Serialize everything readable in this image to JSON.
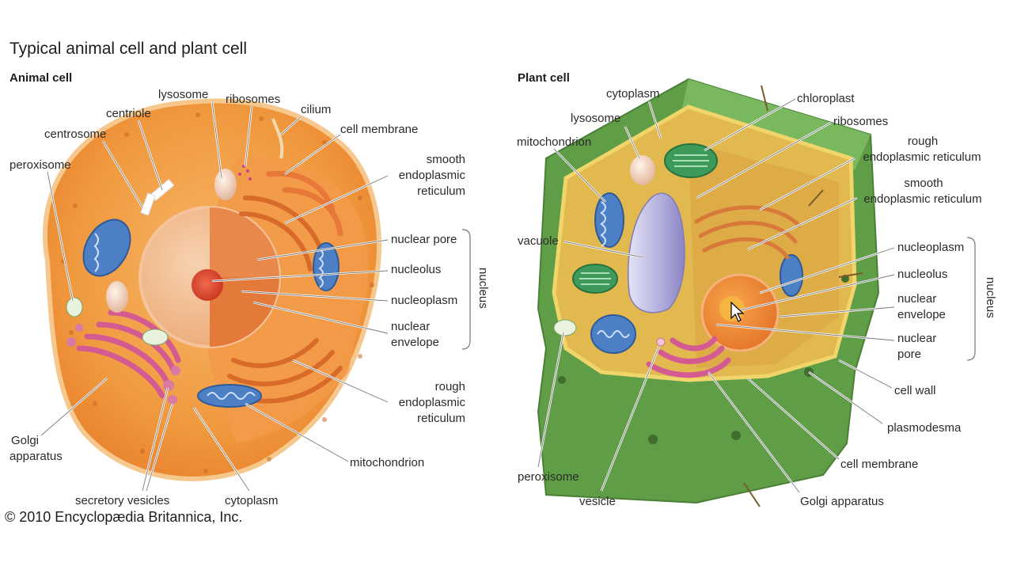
{
  "title": "Typical animal cell and plant cell",
  "copyright": "© 2010 Encyclopædia Britannica, Inc.",
  "animal": {
    "heading": "Animal cell",
    "labels": {
      "lysosome": "lysosome",
      "ribosomes": "ribosomes",
      "cilium": "cilium",
      "centriole": "centriole",
      "cell_membrane": "cell membrane",
      "centrosome": "centrosome",
      "peroxisome": "peroxisome",
      "smooth_er_1": "smooth",
      "smooth_er_2": "endoplasmic",
      "smooth_er_3": "reticulum",
      "nuclear_pore": "nuclear pore",
      "nucleolus": "nucleolus",
      "nucleoplasm": "nucleoplasm",
      "nuclear_envelope_1": "nuclear",
      "nuclear_envelope_2": "envelope",
      "nucleus": "nucleus",
      "rough_er_1": "rough",
      "rough_er_2": "endoplasmic",
      "rough_er_3": "reticulum",
      "golgi_1": "Golgi",
      "golgi_2": "apparatus",
      "mitochondrion": "mitochondrion",
      "secretory_vesicles": "secretory vesicles",
      "cytoplasm": "cytoplasm"
    }
  },
  "plant": {
    "heading": "Plant cell",
    "labels": {
      "cytoplasm": "cytoplasm",
      "chloroplast": "chloroplast",
      "lysosome": "lysosome",
      "ribosomes": "ribosomes",
      "mitochondrion": "mitochondrion",
      "rough_er_1": "rough",
      "rough_er_2": "endoplasmic reticulum",
      "smooth_er_1": "smooth",
      "smooth_er_2": "endoplasmic reticulum",
      "vacuole": "vacuole",
      "nucleoplasm": "nucleoplasm",
      "nucleolus": "nucleolus",
      "nuclear_envelope_1": "nuclear",
      "nuclear_envelope_2": "envelope",
      "nuclear_pore_1": "nuclear",
      "nuclear_pore_2": "pore",
      "nucleus": "nucleus",
      "cell_wall": "cell wall",
      "plasmodesma": "plasmodesma",
      "cell_membrane": "cell membrane",
      "peroxisome": "peroxisome",
      "vesicle": "vesicle",
      "golgi": "Golgi apparatus"
    }
  },
  "colors": {
    "animal_cytoplasm": "#f2a04a",
    "animal_membrane": "#f6c07d",
    "plant_wall": "#6aa84f",
    "plant_cytoplasm": "#e8b450",
    "mitochondrion": "#4d7fc4",
    "golgi": "#d9679a",
    "chloroplast": "#3d9a5b",
    "vacuole": "#b7b3de"
  }
}
